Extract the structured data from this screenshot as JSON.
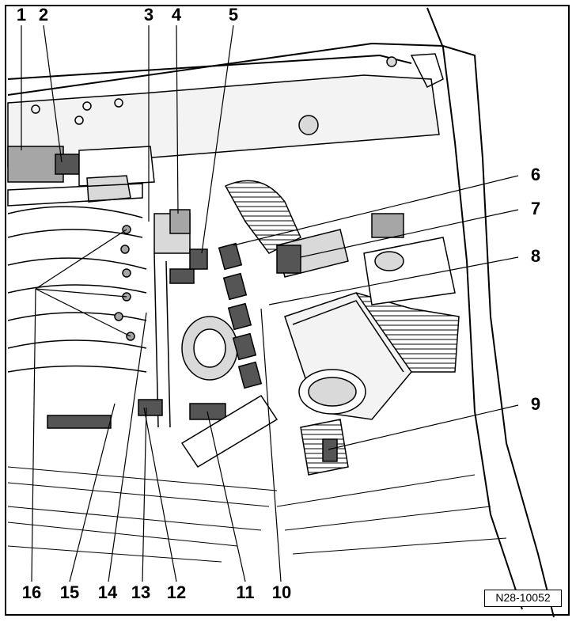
{
  "diagram": {
    "figure_id": "N28-10052",
    "callouts": [
      "1",
      "2",
      "3",
      "4",
      "5",
      "6",
      "7",
      "8",
      "9",
      "10",
      "11",
      "12",
      "13",
      "14",
      "15",
      "16"
    ]
  },
  "colors": {
    "ink": "#000000",
    "paper": "#ffffff",
    "shade_light": "#d9d9d9",
    "shade_mid": "#a6a6a6",
    "shade_dark": "#555555"
  }
}
